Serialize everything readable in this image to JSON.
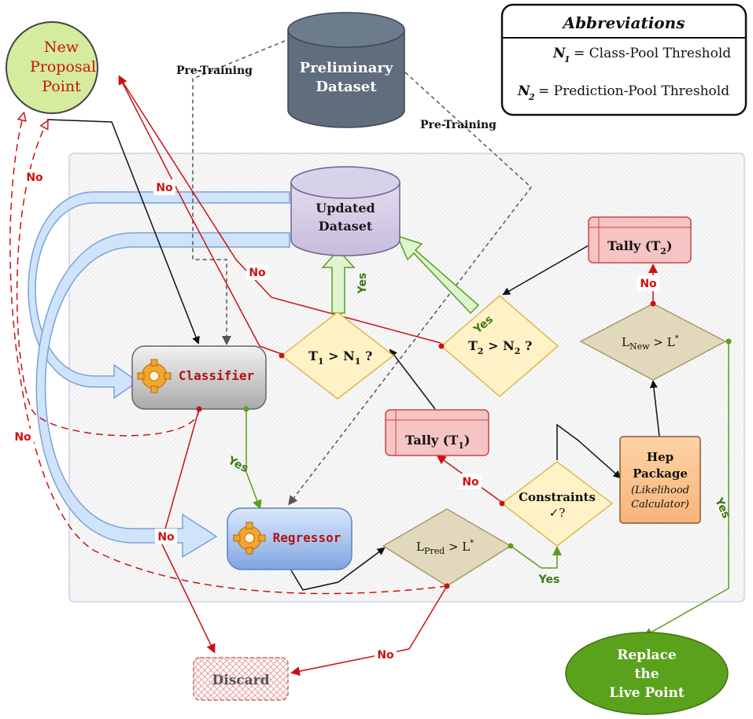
{
  "abbreviations": {
    "title": "Abbreviations",
    "n1_sym": "N",
    "n1_sub": "1",
    "n1_desc": "= Class-Pool Threshold",
    "n2_sym": "N",
    "n2_sub": "2",
    "n2_desc": "= Prediction-Pool Threshold"
  },
  "nodes": {
    "new_proposal_line1": "New",
    "new_proposal_line2": "Proposal",
    "new_proposal_line3": "Point",
    "preliminary_line1": "Preliminary",
    "preliminary_line2": "Dataset",
    "updated_line1": "Updated",
    "updated_line2": "Dataset",
    "classifier": "Classifier",
    "regressor": "Regressor",
    "t1_label_a": "T",
    "t1_label_sub1": "1",
    "t1_label_b": " > N",
    "t1_label_sub2": "1",
    "t1_label_c": " ?",
    "t2_label_a": "T",
    "t2_label_sub1": "2",
    "t2_label_b": " > N",
    "t2_label_sub2": "2",
    "t2_label_c": " ?",
    "tally1_a": "Tally (T",
    "tally1_sub": "1",
    "tally1_b": ")",
    "tally2_a": "Tally (T",
    "tally2_sub": "2",
    "tally2_b": ")",
    "lnew_a": "L",
    "lnew_sub": "New",
    "lnew_b": " > L",
    "lnew_sup": "*",
    "lpred_a": "L",
    "lpred_sub": "Pred",
    "lpred_b": " > L",
    "lpred_sup": "*",
    "constraints_line1": "Constraints",
    "constraints_line2": "✓?",
    "hep_line1": "Hep",
    "hep_line2": "Package",
    "hep_line3": "(Likelihood",
    "hep_line4": "Calculator)",
    "discard": "Discard",
    "replace_line1": "Replace",
    "replace_line2": "the",
    "replace_line3": "Live Point"
  },
  "edge_labels": {
    "pretraining_left": "Pre-Training",
    "pretraining_right": "Pre-Training",
    "no": "No",
    "yes": "Yes"
  },
  "colors": {
    "red": "#cc1111",
    "green": "#5a9e1a",
    "black": "#111111",
    "dashed_gray": "#555555"
  }
}
